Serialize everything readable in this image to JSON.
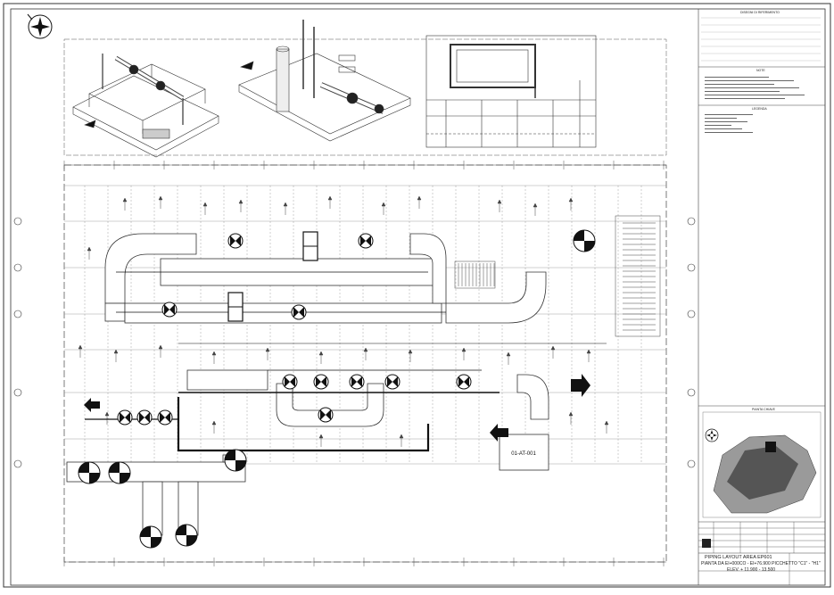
{
  "title_block": {
    "line1": "PIPING LAYOUT AREA EP601",
    "line2": "PIANTA DA EI+000CO - EI+76.900 PICCHETTO \"C1\" - \"H1\"",
    "line3": "ELEV. + 11.900 - 13.500"
  },
  "equipment": {
    "tag_main": "01-AT-001"
  },
  "panels": {
    "key_plan": "PIANTA CHIAVE",
    "notes": "NOTE",
    "legend": "LEGENDA",
    "references": "DISEGNI DI RIFERIMENTO"
  }
}
